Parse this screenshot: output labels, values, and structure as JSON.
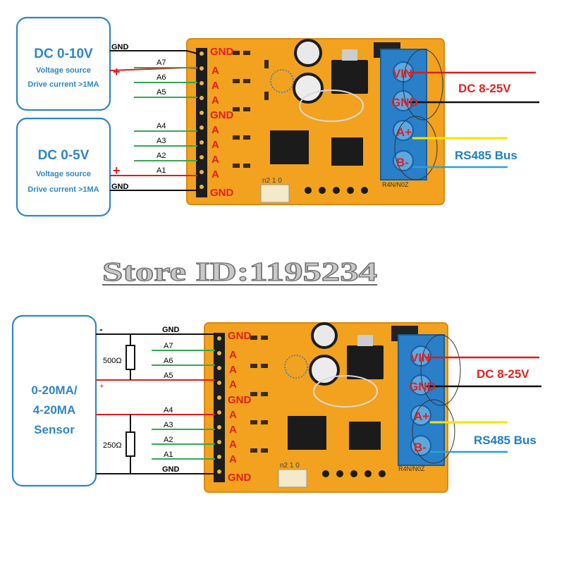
{
  "top_diagram": {
    "source_10v": {
      "title": "DC 0-10V",
      "line1": "Voltage source",
      "line2": "Drive current >1MA"
    },
    "source_5v": {
      "title": "DC 0-5V",
      "line1": "Voltage source",
      "line2": "Drive current >1MA"
    },
    "wires": {
      "gnd_top": "GND",
      "gnd_bottom": "GND",
      "plus_top": "+",
      "plus_bottom": "+",
      "a7": "A7",
      "a6": "A6",
      "a5": "A5",
      "a4": "A4",
      "a3": "A3",
      "a2": "A2",
      "a1": "A1"
    },
    "board": {
      "gnd1": "GND",
      "a1": "A",
      "a2": "A",
      "a3": "A",
      "gnd2": "GND",
      "a4": "A",
      "a5": "A",
      "a6": "A",
      "a7": "A",
      "gnd3": "GND"
    },
    "terminals": {
      "vin": "VIN",
      "gnd": "GND",
      "a": "A+",
      "b": "B-"
    },
    "power_label": "DC 8-25V",
    "bus_label": "RS485 Bus"
  },
  "store_text": "Store ID:1195234",
  "bottom_diagram": {
    "sensor": {
      "line1": "0-20MA/",
      "line2": "4-20MA",
      "line3": "Sensor"
    },
    "wires": {
      "minus": "-",
      "plus": "+",
      "gnd_top": "GND",
      "gnd_bottom": "GND",
      "a7": "A7",
      "a6": "A6",
      "a5": "A5",
      "a4": "A4",
      "a3": "A3",
      "a2": "A2",
      "a1": "A1"
    },
    "resistor_top": "500Ω",
    "resistor_bottom": "250Ω",
    "board": {
      "gnd1": "GND",
      "a1": "A",
      "a2": "A",
      "a3": "A",
      "gnd2": "GND",
      "a4": "A",
      "a5": "A",
      "a6": "A",
      "a7": "A",
      "gnd3": "GND"
    },
    "terminals": {
      "vin": "VIN",
      "gnd": "GND",
      "a": "A+",
      "b": "B-"
    },
    "power_label": "DC 8-25V",
    "bus_label": "RS485 Bus"
  },
  "colors": {
    "board": "#f2a21e",
    "board_edge": "#d98a10",
    "terminal_blue": "#2a7fc9",
    "source_blue": "#2f86c2",
    "wire_red": "#d81e1e",
    "wire_green": "#34a853",
    "wire_yellow": "#f3e600",
    "wire_cyan": "#2b9fd6",
    "label_red": "#e02020",
    "label_blue": "#1e7fc0"
  }
}
